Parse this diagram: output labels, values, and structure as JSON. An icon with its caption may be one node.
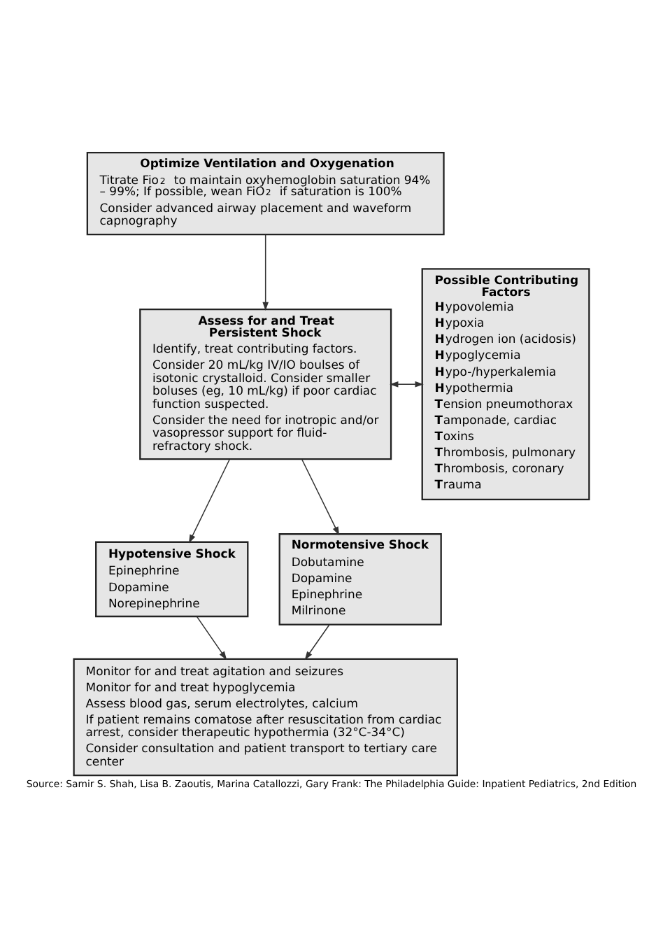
{
  "diagram": {
    "caption": "Source: Samir S. Shah, Lisa B. Zaoutis, Marina Catallozzi, Gary Frank: The Philadelphia Guide: Inpatient Pediatrics, 2nd Edition",
    "nodes": [
      {
        "text": [
          "Optimize Ventilation and Oxygenation",
          "Titrate Fio$_{2}$ to maintain oxyhemoglobin saturation 94% – 99%; If possible, wean FiO$_{2}$ if saturation is 100%",
          "Consider advanced airway placement and waveform capnography"
        ]
      },
      {
        "text": [
          "Assess for and Treat Persistent Shock",
          "Identify, treat contributing factors.",
          "Consider 20 mL/kg IV/IO boulses of isotonic crystalloid. Consider smaller boluses (eg, 10 mL/kg) if poor cardiac function suspected.",
          "Consider the need for inotropic and/or vasopressor support for fluid-refractory shock."
        ]
      },
      {
        "text": [
          "Possible Contributing Factors",
          "**H**ypovolemia",
          "**H**ypoxia",
          "**H**ydrogen ion (acidosis)",
          "**H**ypoglycemia",
          "**H**ypo-/hyperkalemia",
          "**H**ypothermia",
          "**T**ension pneumothorax",
          "**T**amponade, cardiac",
          "**T**oxins",
          "**T**hrombosis, pulmonary",
          "**T**hrombosis, coronary",
          "**T**rauma"
        ]
      },
      {
        "text": [
          "Hypotensive Shock",
          "Epinephrine",
          "Dopamine",
          "Norepinephrine"
        ]
      },
      {
        "text": [
          "Normotensive Shock",
          "Dobutamine",
          "Dopamine",
          "Epinephrine",
          "Milrinone"
        ]
      },
      {
        "text": [
          "Monitor for and treat agitation and seizures",
          "Monitor for and treat hypoglycemia",
          "Assess blood gas, serum electrolytes, calcium",
          "If patient remains comatose after resuscitation from cardiac arrest, consider therapeutic hypothermia (32°C-34°C)",
          "Consider consultation and patient transport to tertiary care center"
        ]
      }
    ],
    "edges": [
      {
        "from": 0,
        "to": 1,
        "arrow": "to"
      },
      {
        "from": 1,
        "to": 2,
        "arrow": "both"
      },
      {
        "from": 1,
        "to": 3,
        "arrow": "to"
      },
      {
        "from": 1,
        "to": 4,
        "arrow": "to"
      },
      {
        "from": 3,
        "to": 5,
        "arrow": "to"
      },
      {
        "from": 4,
        "to": 5,
        "arrow": "to"
      }
    ]
  }
}
